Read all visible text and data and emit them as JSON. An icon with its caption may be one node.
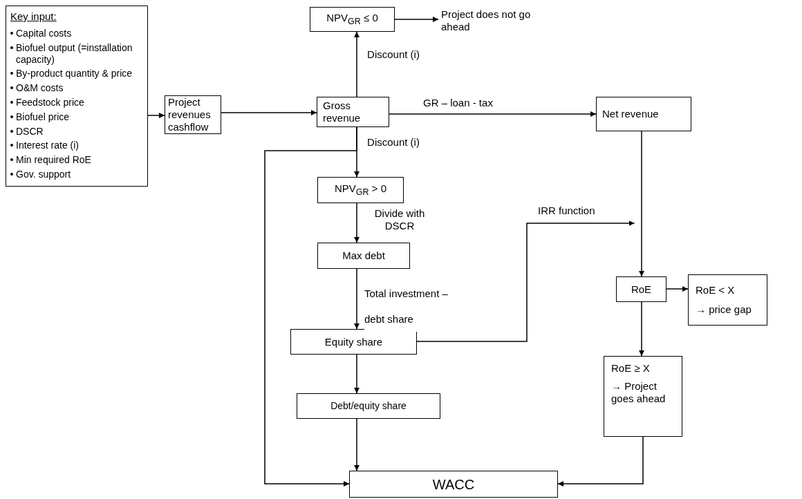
{
  "diagram": {
    "nodes": [
      {
        "text": [
          "Key input:",
          "Capital costs",
          "Biofuel output (=installation capacity)",
          "By-product quantity & price",
          "O&M costs",
          "Feedstock price",
          "Biofuel price",
          "DSCR",
          "Interest rate (i)",
          "Min required RoE",
          "Gov. support"
        ]
      },
      {
        "text": [
          "Project revenues cashflow"
        ]
      },
      {
        "text": [
          "Gross revenue"
        ]
      },
      {
        "text": [
          "NPV$_{GR}$ ≤ 0"
        ]
      },
      {
        "text": [
          "Project does not go ahead"
        ]
      },
      {
        "text": [
          "Net revenue"
        ]
      },
      {
        "text": [
          "NPV$_{GR}$ > 0"
        ]
      },
      {
        "text": [
          "Max debt"
        ]
      },
      {
        "text": [
          "Equity share"
        ]
      },
      {
        "text": [
          "RoE"
        ]
      },
      {
        "text": [
          "RoE < X",
          "→ price gap"
        ]
      },
      {
        "text": [
          "Debt/equity share"
        ]
      },
      {
        "text": [
          "RoE ≥ X",
          "→ Project goes ahead"
        ]
      },
      {
        "text": [
          "WACC"
        ]
      }
    ],
    "edges": [
      {
        "from": 0,
        "to": 1,
        "arrow": "to"
      },
      {
        "from": 1,
        "to": 2,
        "arrow": "to"
      },
      {
        "from": 2,
        "to": 3,
        "arrow": "to",
        "label": "Discount (i)"
      },
      {
        "from": 3,
        "to": 4,
        "arrow": "to"
      },
      {
        "from": 2,
        "to": 5,
        "arrow": "to",
        "label": "GR – loan - tax"
      },
      {
        "from": 2,
        "to": 6,
        "arrow": "to",
        "label": "Discount (i)"
      },
      {
        "from": 2,
        "to": 13,
        "arrow": "to"
      },
      {
        "from": 6,
        "to": 7,
        "arrow": "to",
        "label": "Divide with DSCR"
      },
      {
        "from": 7,
        "to": 8,
        "arrow": "to",
        "label": "Total investment – debt share"
      },
      {
        "from": 8,
        "to": 9,
        "arrow": "to",
        "label": "IRR function"
      },
      {
        "from": 5,
        "to": 9,
        "arrow": "to"
      },
      {
        "from": 9,
        "to": 10,
        "arrow": "to"
      },
      {
        "from": 9,
        "to": 12,
        "arrow": "to"
      },
      {
        "from": 8,
        "to": 11,
        "arrow": "to"
      },
      {
        "from": 11,
        "to": 13,
        "arrow": "to"
      },
      {
        "from": 12,
        "to": 13,
        "arrow": "to"
      }
    ]
  }
}
